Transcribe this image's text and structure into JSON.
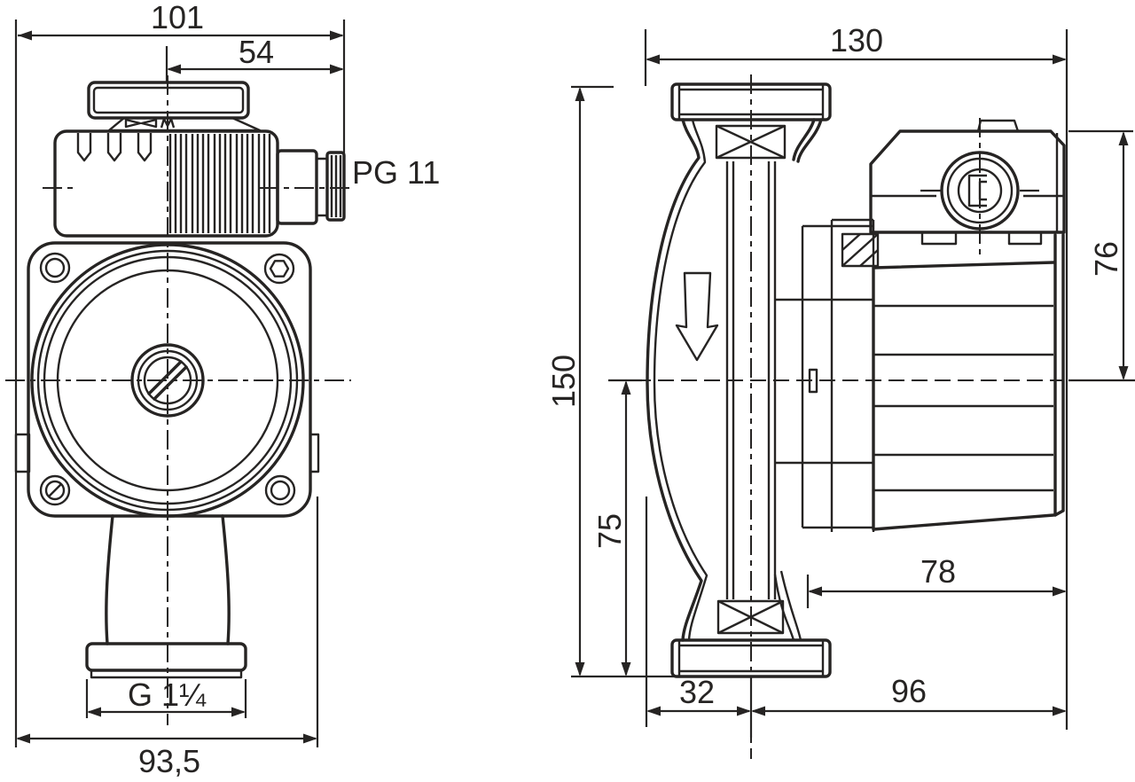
{
  "drawing": {
    "background": "#ffffff",
    "line_color": "#262423",
    "front_view": {
      "dimensions": {
        "overall_width_mm": "101",
        "center_to_cable_gland_mm": "54",
        "cable_gland": "PG 11",
        "pipe_thread": "G 1¼",
        "flange_width_mm": "93,5"
      }
    },
    "side_view": {
      "dimensions": {
        "overall_depth_mm": "130",
        "port_to_port_mm": "150",
        "axis_to_port_mm": "75",
        "axis_to_terminal_top_mm": "76",
        "head_to_motor_mm": "78",
        "axis_to_motor_mm": "96",
        "front_to_axis_mm": "32"
      }
    }
  }
}
